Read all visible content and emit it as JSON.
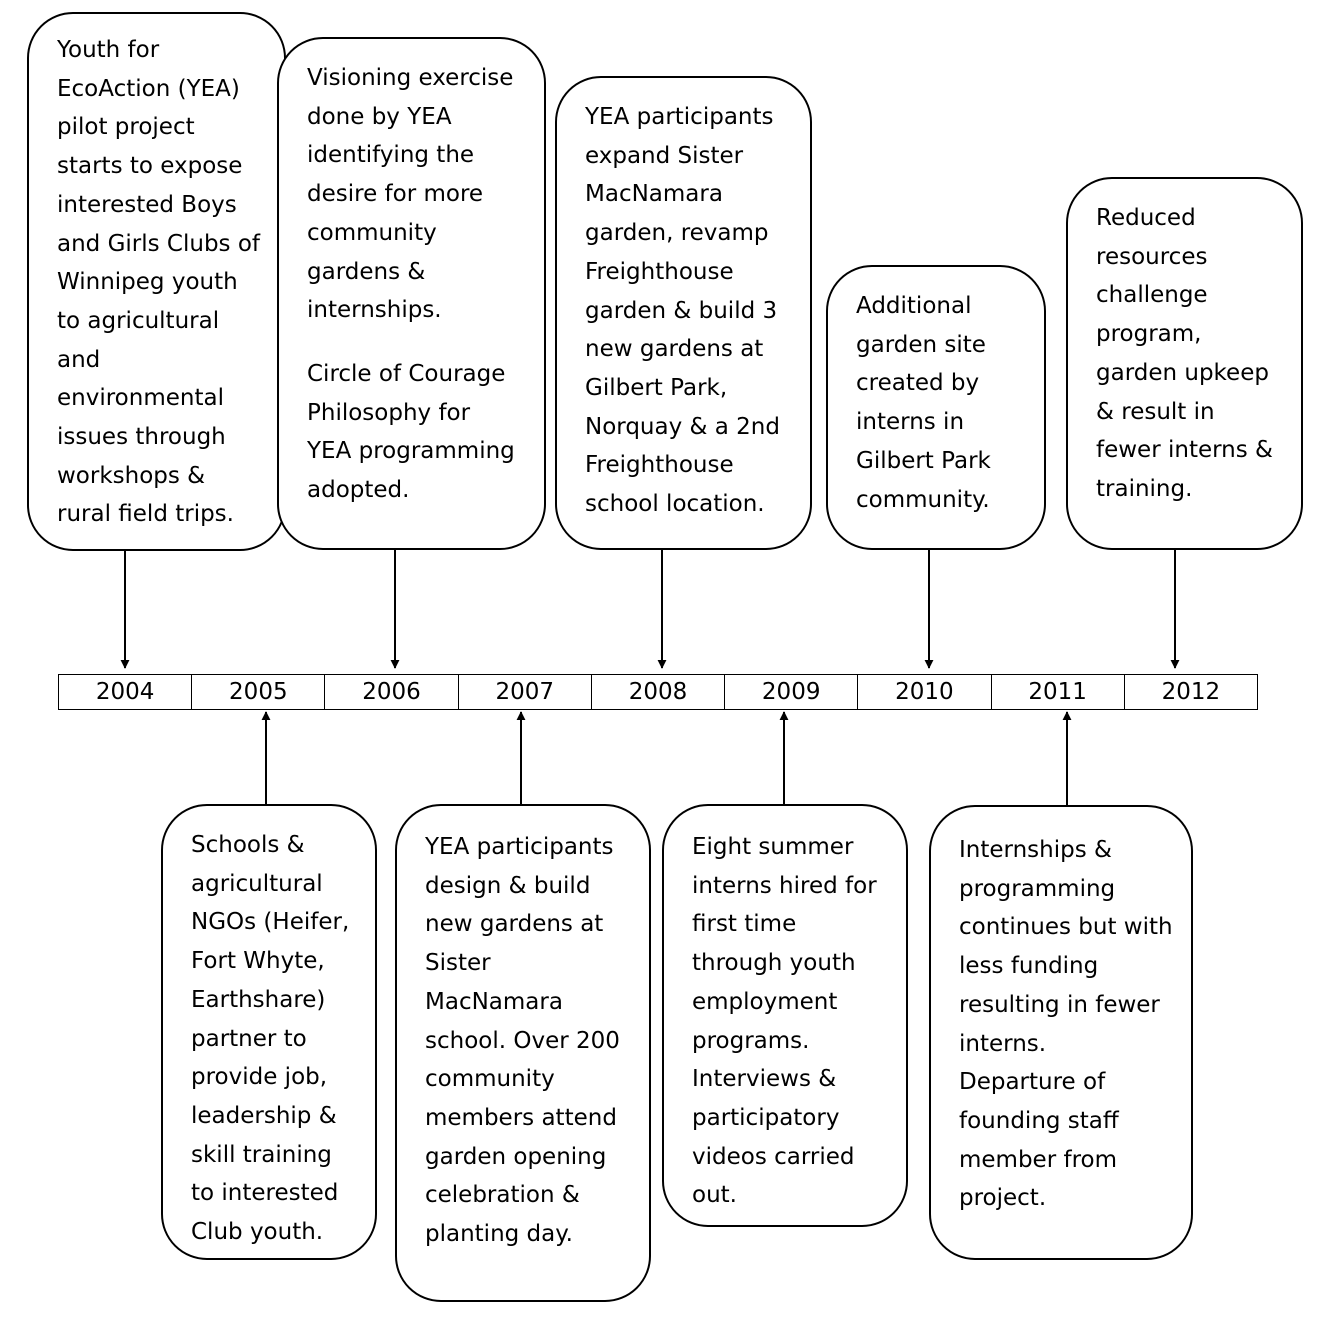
{
  "timeline": {
    "years": [
      "2004",
      "2005",
      "2006",
      "2007",
      "2008",
      "2009",
      "2010",
      "2011",
      "2012"
    ]
  },
  "events": {
    "e2004": {
      "year": "2004",
      "lines": [
        "Youth for",
        "EcoAction (YEA)",
        "pilot project",
        "starts to expose",
        "interested Boys",
        "and Girls Clubs of",
        "Winnipeg youth",
        "to agricultural",
        "and",
        "environmental",
        "issues through",
        "workshops &",
        "rural field trips."
      ]
    },
    "e2005": {
      "year": "2005",
      "lines": [
        "Schools &",
        "agricultural",
        "NGOs (Heifer,",
        "Fort Whyte,",
        "Earthshare)",
        "partner to",
        "provide job,",
        "leadership &",
        "skill training",
        "to interested",
        "Club youth."
      ]
    },
    "e2006": {
      "year": "2006",
      "para1": [
        "Visioning exercise",
        "done by YEA",
        "identifying the",
        "desire for more",
        "community",
        "gardens &",
        "internships."
      ],
      "para2": [
        "Circle of Courage",
        "Philosophy for",
        "YEA programming",
        "adopted."
      ]
    },
    "e2007": {
      "year": "2007",
      "lines": [
        "YEA participants",
        "design & build",
        "new gardens at",
        "Sister",
        "MacNamara",
        "school. Over 200",
        "community",
        "members attend",
        "garden opening",
        "celebration &",
        "planting day."
      ]
    },
    "e2008": {
      "year": "2008",
      "lines": [
        "YEA participants",
        "expand Sister",
        "MacNamara",
        "garden, revamp",
        "Freighthouse",
        "garden & build 3",
        "new gardens at",
        "Gilbert Park,",
        "Norquay & a 2nd",
        "Freighthouse",
        "school location."
      ]
    },
    "e2009": {
      "year": "2009",
      "lines": [
        "Eight summer",
        "interns hired for",
        "first time",
        "through youth",
        "employment",
        "programs.",
        "Interviews &",
        "participatory",
        "videos carried",
        "out."
      ]
    },
    "e2010": {
      "year": "2010",
      "lines": [
        "Additional",
        "garden site",
        "created by",
        "interns in",
        "Gilbert Park",
        "community."
      ]
    },
    "e2011": {
      "year": "2011",
      "lines": [
        "Internships &",
        "programming",
        "continues but with",
        "less funding",
        "resulting in fewer",
        "interns.",
        "Departure of",
        "founding staff",
        "member from",
        "project."
      ]
    },
    "e2012": {
      "year": "2012",
      "lines": [
        "Reduced",
        "resources",
        "challenge",
        "program,",
        "garden upkeep",
        "& result in",
        "fewer interns &",
        "training."
      ]
    }
  }
}
